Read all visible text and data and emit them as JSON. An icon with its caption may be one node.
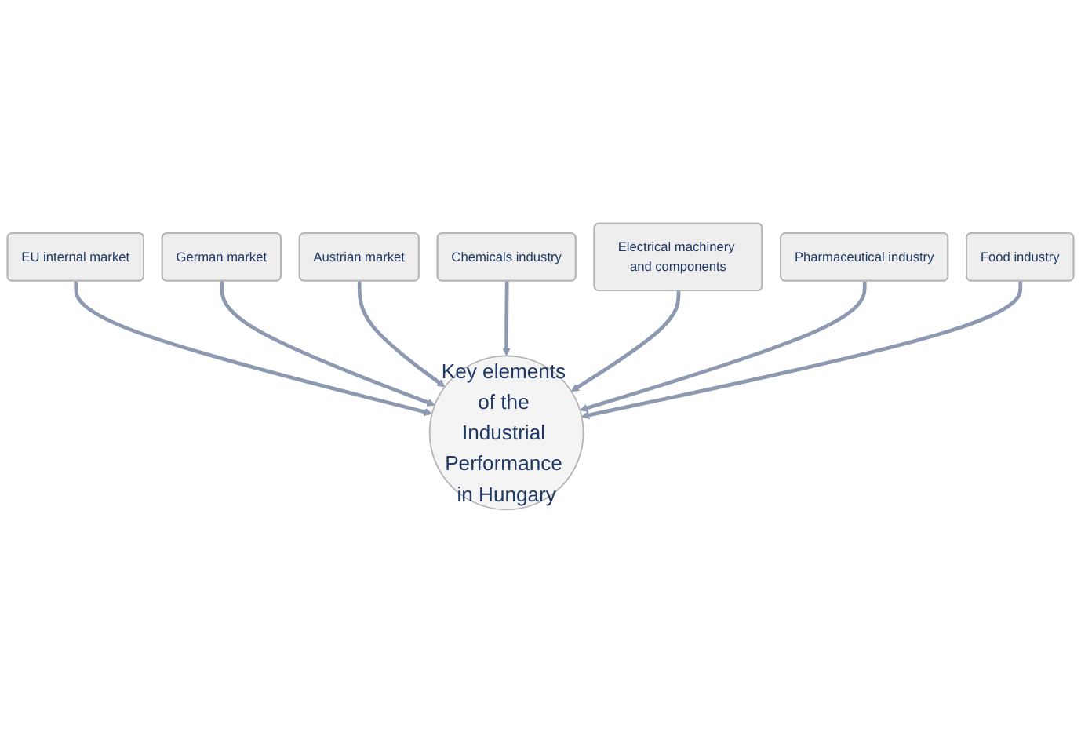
{
  "diagram": {
    "nodes": [
      {
        "text": [
          "EU internal market"
        ]
      },
      {
        "text": [
          "German market"
        ]
      },
      {
        "text": [
          "Austrian market"
        ]
      },
      {
        "text": [
          "Chemicals industry"
        ]
      },
      {
        "text": [
          "Electrical machinery and components"
        ]
      },
      {
        "text": [
          "Pharmaceutical industry"
        ]
      },
      {
        "text": [
          "Food industry"
        ]
      },
      {
        "text": [
          "Key elements of the Industrial Performance in Hungary"
        ]
      }
    ],
    "edges": [
      {
        "from": 0,
        "to": 7,
        "arrow": "to"
      },
      {
        "from": 1,
        "to": 7,
        "arrow": "to"
      },
      {
        "from": 2,
        "to": 7,
        "arrow": "to"
      },
      {
        "from": 3,
        "to": 7,
        "arrow": "to"
      },
      {
        "from": 4,
        "to": 7,
        "arrow": "to"
      },
      {
        "from": 5,
        "to": 7,
        "arrow": "to"
      },
      {
        "from": 6,
        "to": 7,
        "arrow": "to"
      }
    ]
  }
}
